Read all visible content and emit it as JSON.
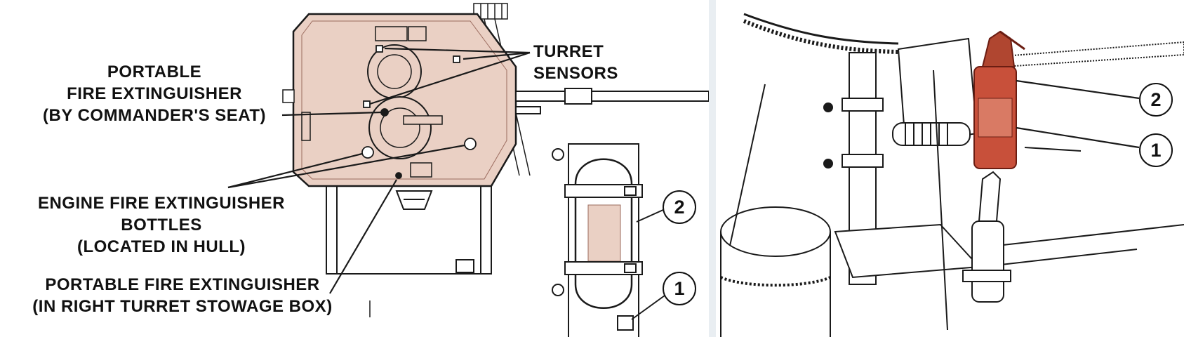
{
  "labels": {
    "turret_sensors": [
      "TURRET",
      "SENSORS"
    ],
    "portable_commander": [
      "PORTABLE",
      "FIRE EXTINGUISHER",
      "(BY COMMANDER'S SEAT)"
    ],
    "engine_bottles": [
      "ENGINE FIRE EXTINGUISHER",
      "BOTTLES",
      "(LOCATED IN HULL)"
    ],
    "portable_right": [
      "PORTABLE FIRE EXTINGUISHER",
      "(IN RIGHT TURRET STOWAGE BOX)"
    ]
  },
  "callouts": {
    "bracket_item_2": "2",
    "bracket_item_1": "1",
    "photo_item_2": "2",
    "photo_item_1": "1"
  },
  "colors": {
    "highlight": "#ead0c4",
    "highlight_stroke": "#9b6b5e",
    "extinguisher_red": "#c8503a",
    "line_art": "#1a1a1a"
  }
}
